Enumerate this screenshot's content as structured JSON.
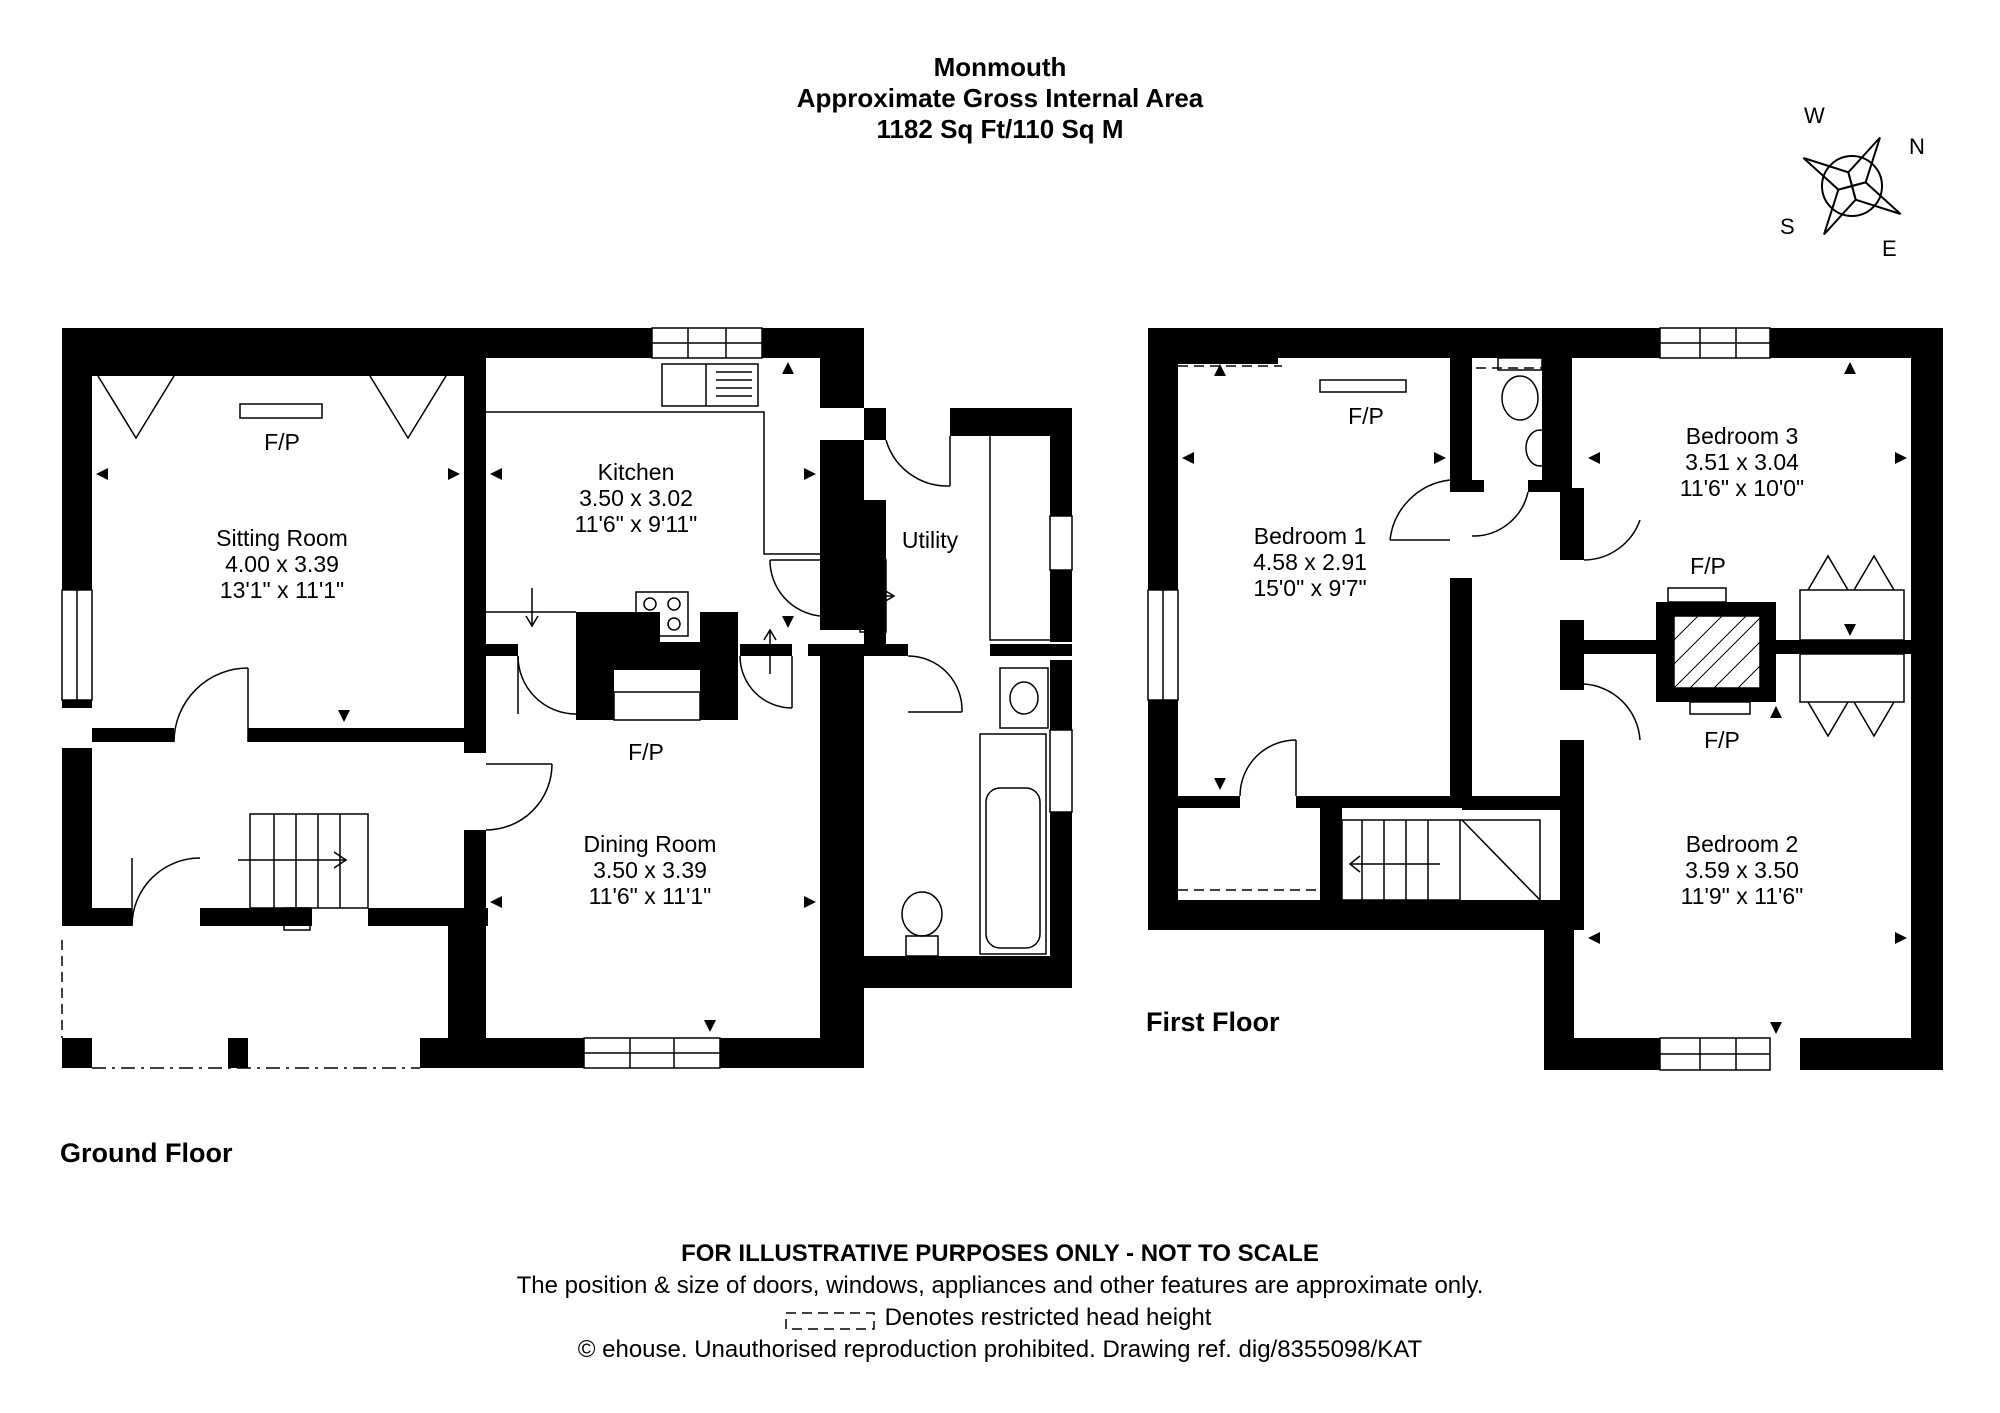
{
  "header": {
    "title": "Monmouth",
    "subtitle": "Approximate Gross Internal Area",
    "area": "1182 Sq Ft/110 Sq M"
  },
  "compass": {
    "w": "W",
    "n": "N",
    "s": "S",
    "e": "E"
  },
  "ground_floor": {
    "label": "Ground Floor",
    "rooms": {
      "sitting": {
        "name": "Sitting Room",
        "metric": "4.00 x 3.39",
        "imperial": "13'1\" x 11'1\"",
        "fp": "F/P"
      },
      "kitchen": {
        "name": "Kitchen",
        "metric": "3.50 x 3.02",
        "imperial": "11'6\" x 9'11\""
      },
      "utility": {
        "name": "Utility"
      },
      "dining": {
        "name": "Dining Room",
        "metric": "3.50 x 3.39",
        "imperial": "11'6\" x 11'1\"",
        "fp": "F/P"
      }
    }
  },
  "first_floor": {
    "label": "First Floor",
    "rooms": {
      "bed1": {
        "name": "Bedroom 1",
        "metric": "4.58 x 2.91",
        "imperial": "15'0\" x 9'7\"",
        "fp": "F/P"
      },
      "bed3": {
        "name": "Bedroom 3",
        "metric": "3.51 x 3.04",
        "imperial": "11'6\" x 10'0\"",
        "fp": "F/P"
      },
      "bed2": {
        "name": "Bedroom 2",
        "metric": "3.59 x 3.50",
        "imperial": "11'9\" x 11'6\"",
        "fp": "F/P"
      }
    }
  },
  "footer": {
    "disclaimer": "FOR ILLUSTRATIVE PURPOSES ONLY - NOT TO SCALE",
    "note": "The position & size of doors, windows, appliances and other features are approximate only.",
    "legend": "Denotes restricted head height",
    "copyright": "© ehouse. Unauthorised reproduction prohibited. Drawing ref. dig/8355098/KAT"
  }
}
